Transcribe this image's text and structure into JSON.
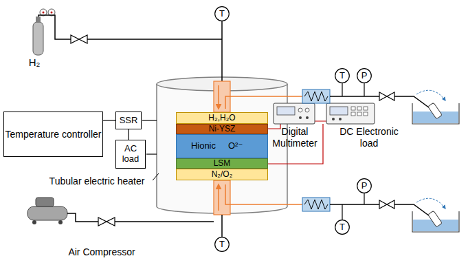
{
  "diagram": {
    "nodes": [
      {
        "text": [
          "T"
        ]
      },
      {
        "text": [
          "T"
        ]
      },
      {
        "text": [
          "P"
        ]
      },
      {
        "text": [
          "Temperature controller"
        ]
      },
      {
        "text": [
          "SSR"
        ]
      },
      {
        "text": [
          "AC load"
        ]
      },
      {
        "text": [
          "H₂,H₂O"
        ]
      },
      {
        "text": [
          "Ni-YSZ"
        ]
      },
      {
        "text": [
          "Hionic",
          "O²⁻"
        ]
      },
      {
        "text": [
          "LSM"
        ]
      },
      {
        "text": [
          "N₂/O₂"
        ]
      },
      {
        "text": [
          "T"
        ]
      },
      {
        "text": [
          "P"
        ]
      },
      {
        "text": [
          "T"
        ]
      }
    ],
    "edges": [
      {
        "from": 3,
        "to": 4,
        "arrow": "none"
      },
      {
        "from": 4,
        "to": 5,
        "arrow": "none"
      }
    ],
    "labels": [
      "H₂",
      "Digital Multimeter",
      "DC Electronic load",
      "Tubular electric heater",
      "Air Compressor"
    ]
  }
}
